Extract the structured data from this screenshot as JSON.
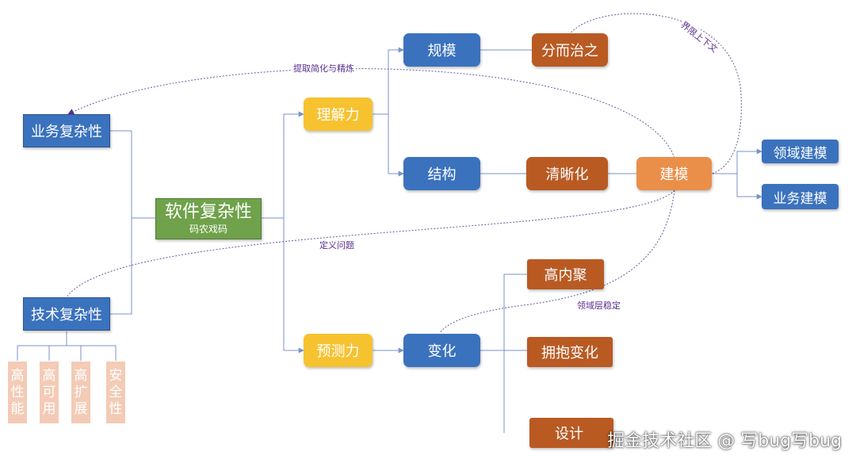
{
  "nodes": {
    "business_complexity": "业务复杂性",
    "tech_complexity": "技术复杂性",
    "software_complexity": "软件复杂性",
    "software_complexity_sub": "码农戏码",
    "understanding": "理解力",
    "prediction": "预测力",
    "scale": "规模",
    "divide_conquer": "分而治之",
    "structure": "结构",
    "clarity": "清晰化",
    "modeling": "建模",
    "domain_modeling": "领域建模",
    "business_modeling": "业务建模",
    "change": "变化",
    "high_cohesion": "高内聚",
    "embrace_change": "拥抱变化",
    "design": "设计"
  },
  "tech_attributes": [
    "高性能",
    "高可用",
    "高扩展",
    "安全性"
  ],
  "annotations": {
    "extract": "提取简化与精炼",
    "bounded_context": "界限上下文",
    "define_problem": "定义问题",
    "domain_layer": "领域层稳定"
  },
  "watermark": "掘金技术社区 @ 写bug写bug",
  "colors": {
    "blue": "#3a72bd",
    "yellow": "#f6c230",
    "brown": "#b95a23",
    "orange": "#e98f49",
    "green": "#6fa24a",
    "peach": "#f3cbb6",
    "connector": "#7a93c9",
    "annotation": "#5a2d8f"
  }
}
